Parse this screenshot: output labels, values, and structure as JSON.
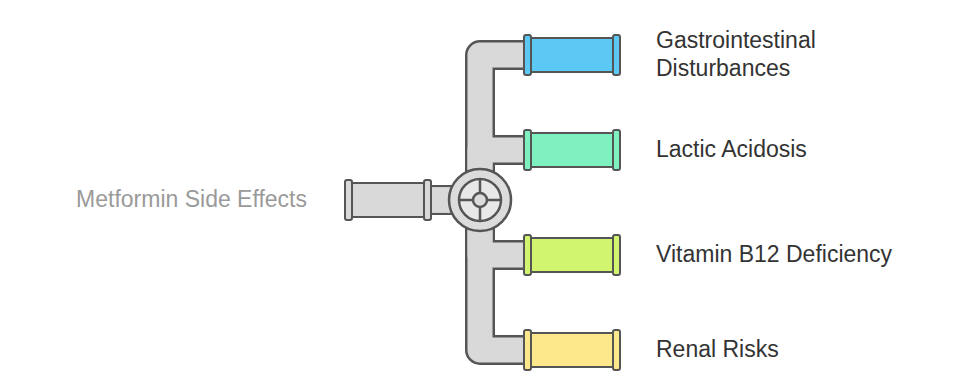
{
  "diagram": {
    "nodes": [
      {
        "text": [
          "Metformin Side Effects"
        ]
      },
      {
        "text": [
          "Gastrointestinal Disturbances"
        ]
      },
      {
        "text": [
          "Lactic Acidosis"
        ]
      },
      {
        "text": [
          "Vitamin B12 Deficiency"
        ]
      },
      {
        "text": [
          "Renal Risks"
        ]
      }
    ],
    "edges": [
      {
        "from": 0,
        "to": 1,
        "arrow": "none"
      },
      {
        "from": 0,
        "to": 2,
        "arrow": "none"
      },
      {
        "from": 0,
        "to": 3,
        "arrow": "none"
      },
      {
        "from": 0,
        "to": 4,
        "arrow": "none"
      }
    ]
  }
}
